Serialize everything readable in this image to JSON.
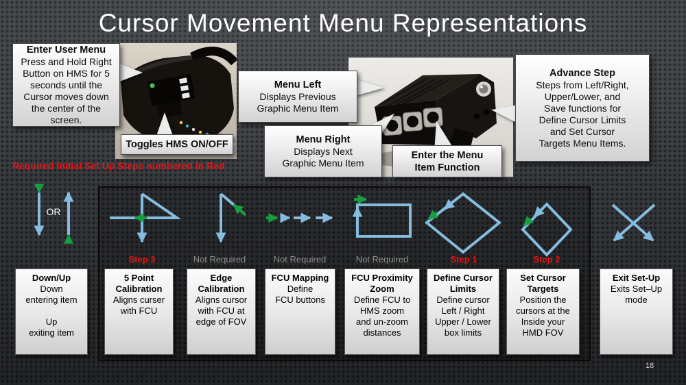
{
  "slide": {
    "title": "Cursor Movement Menu Representations",
    "page_number": "18"
  },
  "notes": {
    "required_note": "Required Initial Set Up Steps numbered in Red",
    "or_label": "OR"
  },
  "colors": {
    "arrow_blue": "#85bce0",
    "arrow_green": "#17a041",
    "step_red": "#ed1313",
    "not_required_gray": "#8f8f8f"
  },
  "callouts": {
    "enter_user_menu": {
      "title": "Enter User Menu",
      "body": "Press and Hold Right\nButton on HMS for 5\nseconds until the\nCursor moves down\nthe center of the\nscreen."
    },
    "toggles_hms": {
      "title": "Toggles HMS ON/OFF"
    },
    "menu_left": {
      "title": "Menu Left",
      "body": "Displays Previous\nGraphic Menu Item"
    },
    "menu_right": {
      "title": "Menu Right",
      "body": "Displays Next\nGraphic Menu Item"
    },
    "enter_menu_item": {
      "title": "Enter the Menu\nItem Function"
    },
    "advance_step": {
      "title": "Advance Step",
      "body": "Steps from Left/Right,\nUpper/Lower, and\nSave functions for\nDefine Cursor Limits\nand Set Cursor\nTargets Menu Items."
    }
  },
  "step_labels": [
    {
      "label": "Step 3",
      "required": true
    },
    {
      "label": "Not Required",
      "required": false
    },
    {
      "label": "Not Required",
      "required": false
    },
    {
      "label": "Not Required",
      "required": false
    },
    {
      "label": "Step 1",
      "required": true
    },
    {
      "label": "Step 2",
      "required": true
    }
  ],
  "menu_boxes": [
    {
      "title": "Down/Up",
      "body": "Down\nentering item\n\nUp\nexiting item"
    },
    {
      "title": "5 Point\nCalibration",
      "body": "Aligns curser\nwith FCU"
    },
    {
      "title": "Edge\nCalibration",
      "body": "Aligns cursor\nwith FCU at\nedge of FOV"
    },
    {
      "title": "FCU Mapping",
      "body": "Define\nFCU buttons"
    },
    {
      "title": "FCU Proximity\nZoom",
      "body": "Define FCU to\nHMS zoom\nand un-zoom\ndistances"
    },
    {
      "title": "Define Cursor\nLimits",
      "body": "Define cursor\nLeft / Right\nUpper / Lower\nbox limits"
    },
    {
      "title": "Set Cursor\nTargets",
      "body": "Position the\ncursors at the\nInside your\nHMD FOV"
    },
    {
      "title": "Exit Set-Up",
      "body": "Exits Set–Up\nmode"
    }
  ]
}
